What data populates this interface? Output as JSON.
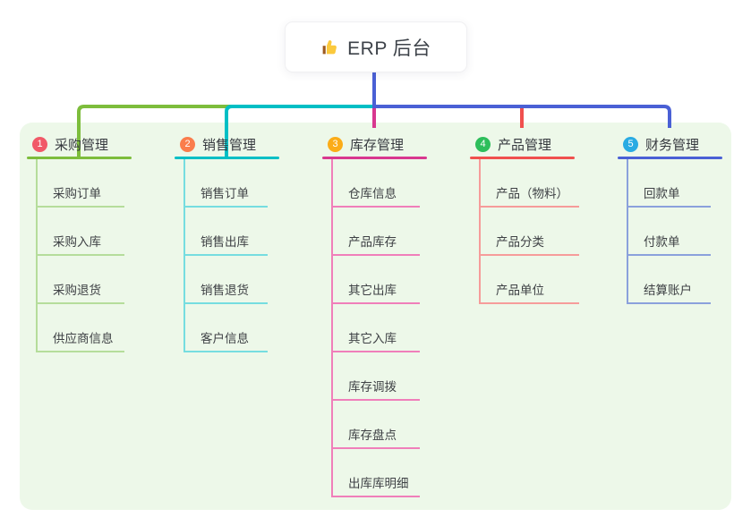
{
  "root": {
    "icon": "thumbs-up-icon",
    "title": "ERP 后台"
  },
  "connector": {
    "trunk_color": "#4a60d5"
  },
  "panel": {
    "background": "#edf8e9"
  },
  "branches": [
    {
      "num": "1",
      "label": "采购管理",
      "badge_color": "#f15968",
      "color": "#7dbd3c",
      "light_color": "#b5dd9b",
      "children": [
        "采购订单",
        "采购入库",
        "采购退货",
        "供应商信息"
      ]
    },
    {
      "num": "2",
      "label": "销售管理",
      "badge_color": "#fa7d4c",
      "color": "#00bfc5",
      "light_color": "#76dde0",
      "children": [
        "销售订单",
        "销售出库",
        "销售退货",
        "客户信息"
      ]
    },
    {
      "num": "3",
      "label": "库存管理",
      "badge_color": "#fbac18",
      "color": "#d8378f",
      "light_color": "#f07fba",
      "children": [
        "仓库信息",
        "产品库存",
        "其它出库",
        "其它入库",
        "库存调拨",
        "库存盘点",
        "出库库明细"
      ]
    },
    {
      "num": "4",
      "label": "产品管理",
      "badge_color": "#2dbe5b",
      "color": "#f0504e",
      "light_color": "#f69c9a",
      "children": [
        "产品（物料）",
        "产品分类",
        "产品单位"
      ]
    },
    {
      "num": "5",
      "label": "财务管理",
      "badge_color": "#29abe3",
      "color": "#4a60d5",
      "light_color": "#8ba1dc",
      "children": [
        "回款单",
        "付款单",
        "结算账户"
      ]
    }
  ]
}
